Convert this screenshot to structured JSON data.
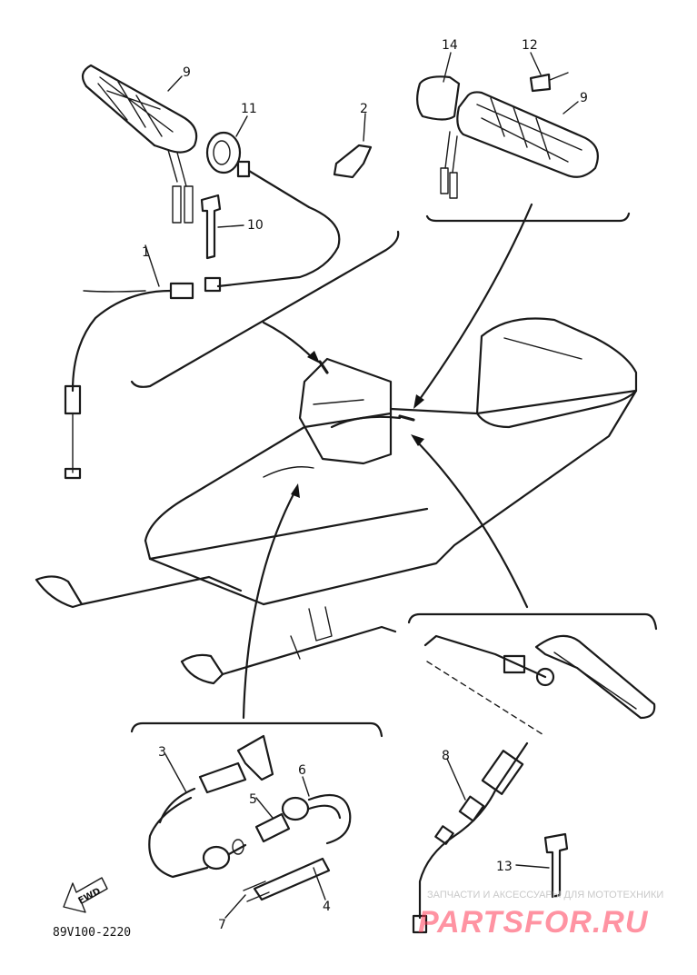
{
  "callouts": {
    "c1": "1",
    "c2": "2",
    "c3": "3",
    "c4": "4",
    "c5": "5",
    "c6": "6",
    "c7": "7",
    "c8": "8",
    "c9a": "9",
    "c9b": "9",
    "c10": "10",
    "c11": "11",
    "c12": "12",
    "c13": "13",
    "c14": "14"
  },
  "diagram_code": "89V100-2220",
  "fwd_label": "FWD",
  "watermark": {
    "tagline": "ЗАПЧАСТИ И АКСЕССУАРЫ ДЛЯ МОТОТЕХНИКИ",
    "logo": "PARTSFOR.RU"
  }
}
